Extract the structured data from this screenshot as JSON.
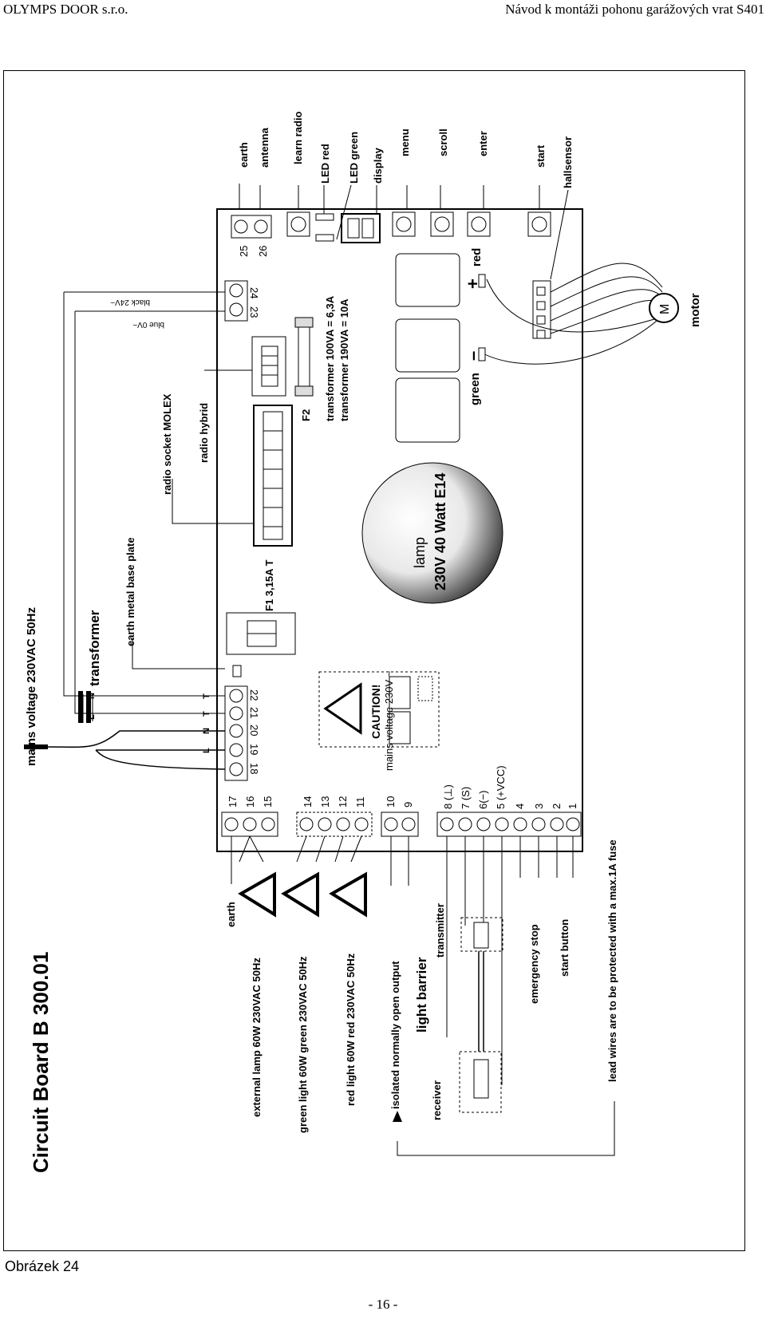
{
  "header": {
    "company": "OLYMPS DOOR s.r.o.",
    "title": "Návod k montáži pohonu garážových vrat  S401"
  },
  "diagram": {
    "board_title": "Circuit Board B 300.01",
    "mains_voltage": "mains voltage 230VAC 50Hz",
    "transformer": "transformer",
    "earth_metal_base_plate": "earth metal base plate",
    "radio_socket": "radio socket MOLEX",
    "radio_hybrid": "radio hybrid",
    "fuse_f1": "F1 3,15A T",
    "fuse_f2": "F2",
    "transformer_rating_1": "transformer 100VA = 6,3A",
    "transformer_rating_2": "transformer 190VA = 10A",
    "lamp_label": "lamp",
    "lamp_spec": "230V 40 Watt E14",
    "caution": "CAUTION!",
    "caution_mains": "mains voltage 230V ~",
    "wire_black": "black  24V~",
    "wire_blue": "blue  0V~",
    "controls": {
      "earth": "earth",
      "antenna": "antenna",
      "learn_radio": "learn radio",
      "led_red": "LED red",
      "led_green": "LED green",
      "display": "display",
      "menu": "menu",
      "scroll": "scroll",
      "enter": "enter",
      "start": "start",
      "hallsensor": "hallsensor"
    },
    "motor": "motor",
    "motor_symbol": "M",
    "polarity_plus": "+",
    "polarity_minus": "–",
    "red": "red",
    "green": "green",
    "terminals_top": [
      "25",
      "26",
      "24",
      "23"
    ],
    "terminals_mains": [
      "22",
      "21",
      "20",
      "19",
      "18"
    ],
    "mains_letters": [
      "N",
      "L",
      "T",
      "T",
      "N",
      "L"
    ],
    "terminals_left": [
      "17",
      "16",
      "15",
      "14",
      "13",
      "12",
      "11",
      "10",
      "9"
    ],
    "terminals_ctrl": [
      "8 (⊥)",
      "7 (S)",
      "6(−)",
      "5 (+VCC)",
      "4",
      "3",
      "2",
      "1"
    ],
    "left_labels": {
      "earth": "earth",
      "external_lamp": "external lamp 60W    230VAC 50Hz",
      "green_light": "green light  60W green 230VAC 50Hz",
      "red_light": "red light 60W red 230VAC 50Hz",
      "isolated_output": "isolated normally open output",
      "light_barrier": "light barrier",
      "transmitter": "transmitter",
      "receiver": "receiver",
      "emergency_stop": "emergency stop",
      "start_button": "start button",
      "fuse_note": "lead wires are to be protected with  a max.1A fuse"
    }
  },
  "caption": "Obrázek 24",
  "page_number": "- 16 -"
}
